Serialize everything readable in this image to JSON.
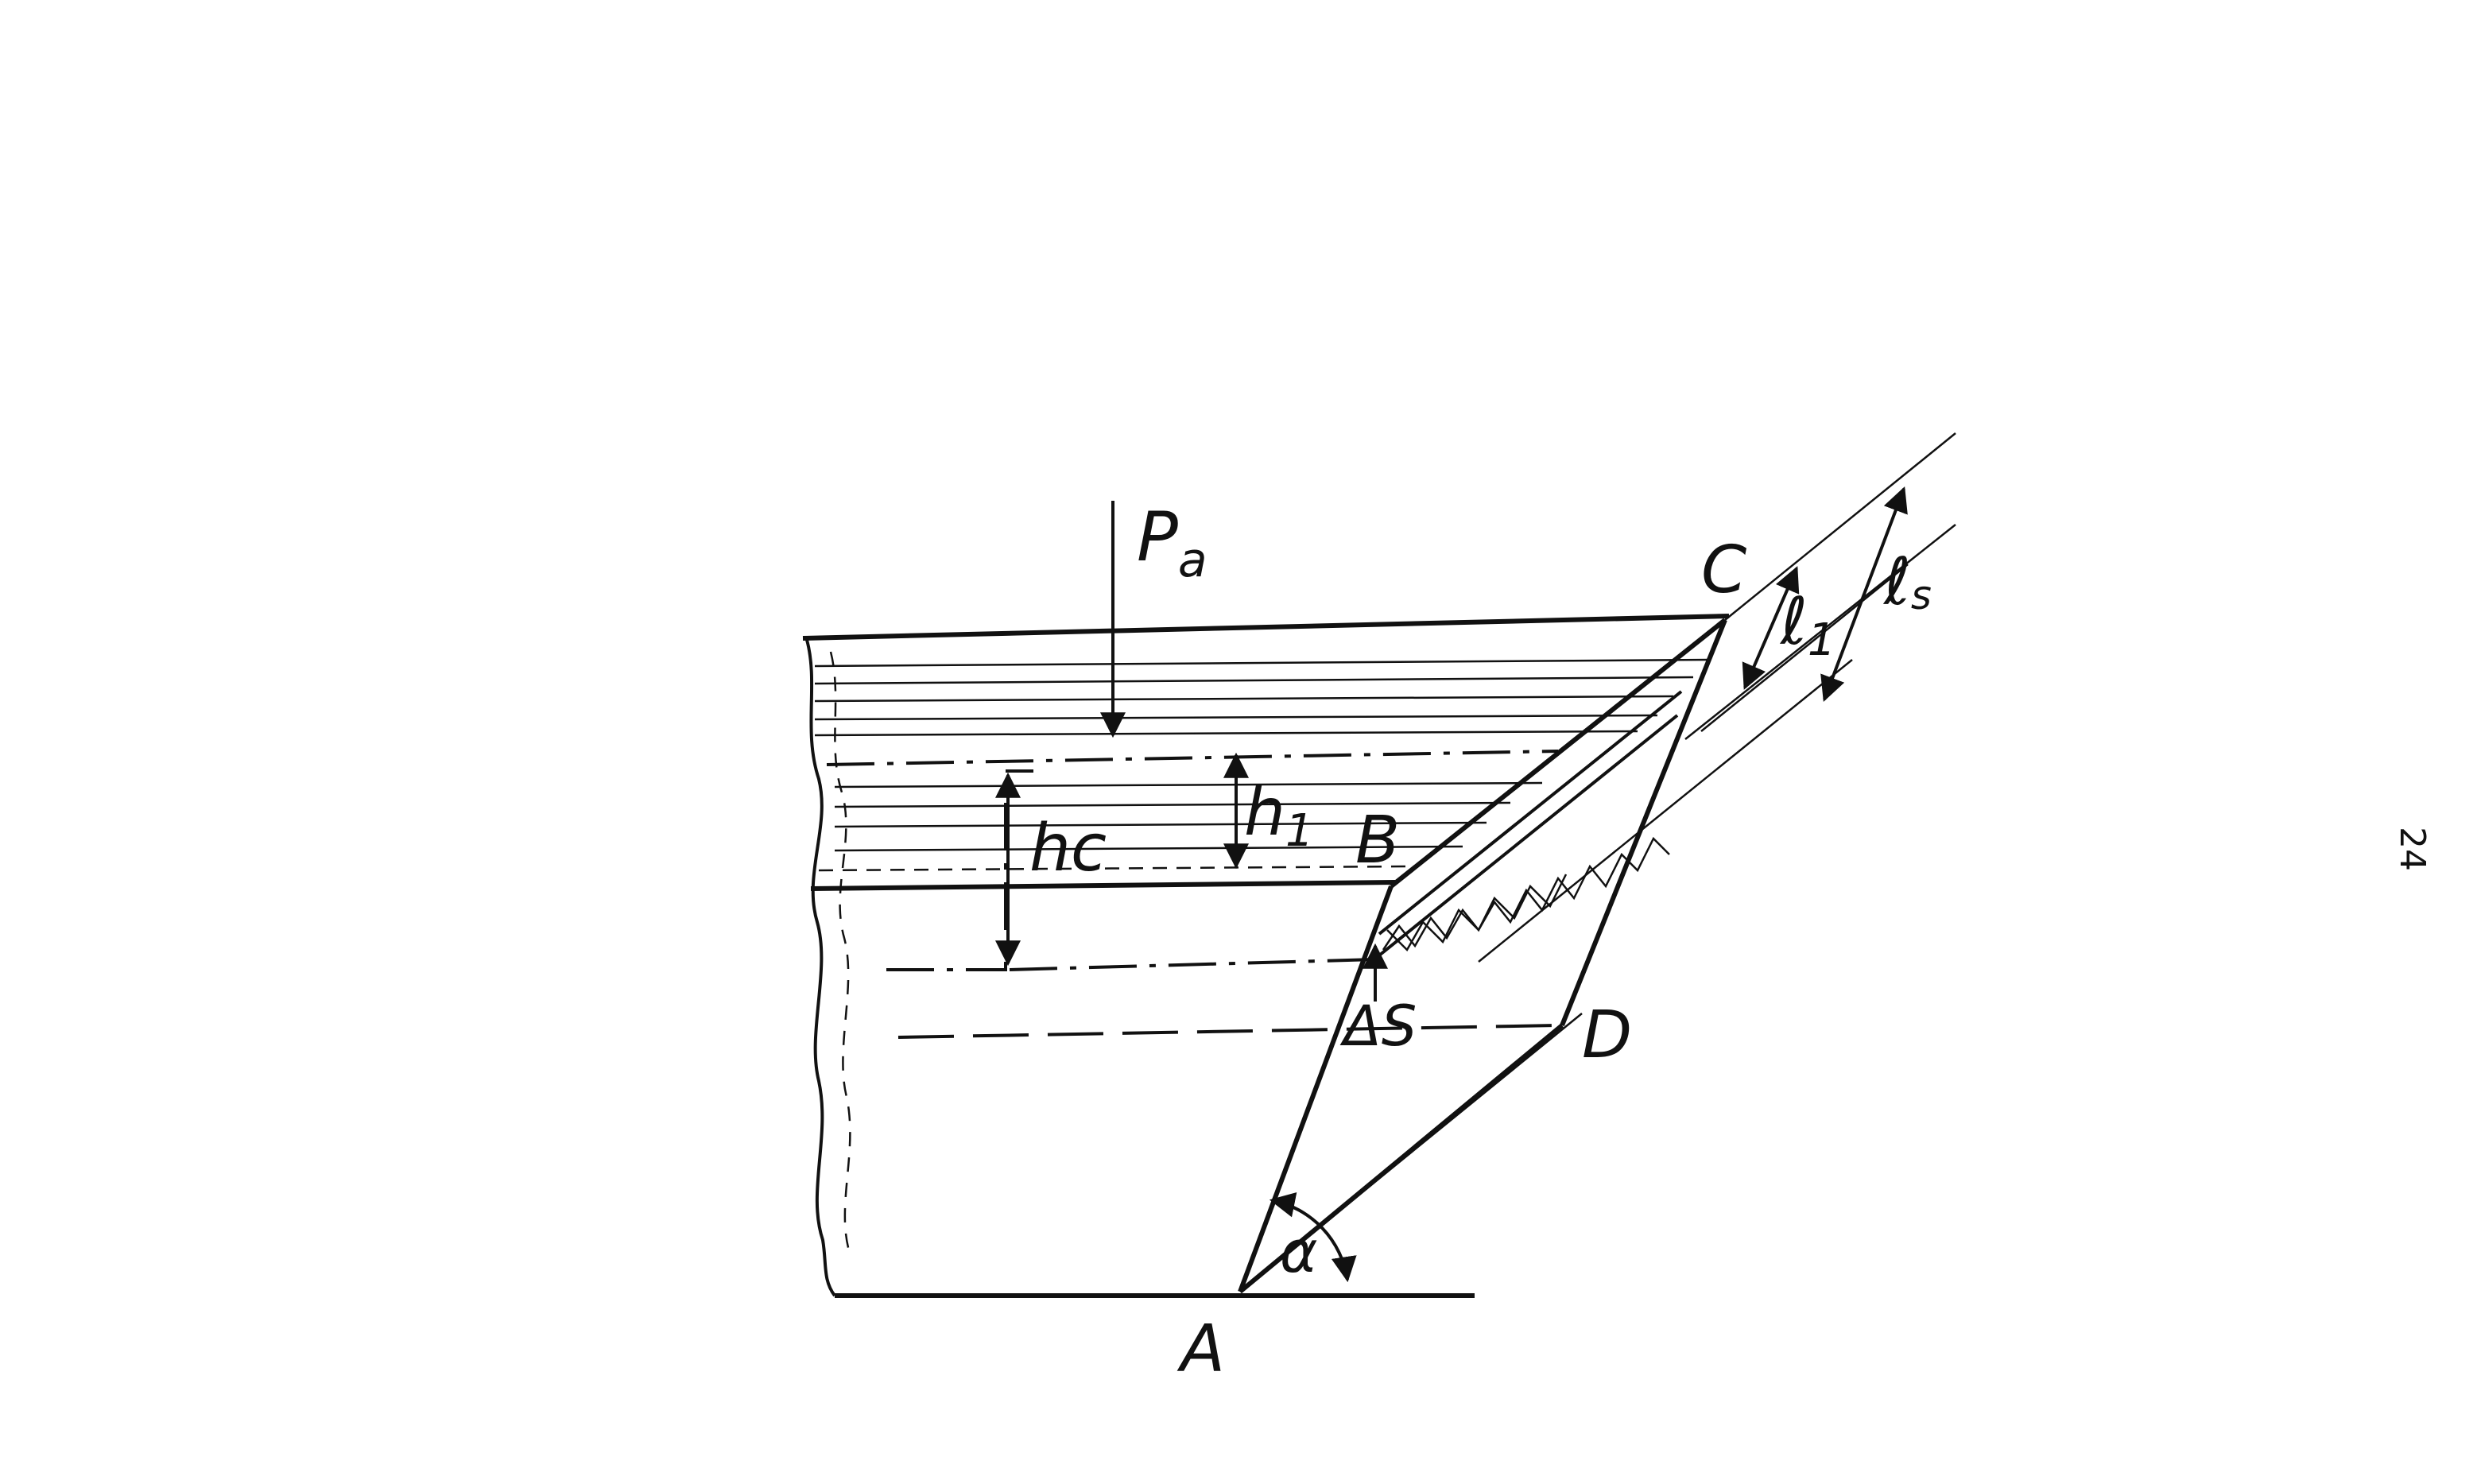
{
  "labels": {
    "pressure": "P",
    "pressure_subscript": "a",
    "point_a": "A",
    "point_b": "B",
    "point_c": "C",
    "point_d": "D",
    "height_c": "hc",
    "height_1": "h",
    "height_1_subscript": "1",
    "length_1": "ℓ",
    "length_1_subscript": "1",
    "length_s": "ℓ",
    "length_s_subscript": "s",
    "delta_s": "ΔS",
    "angle": "α"
  },
  "page_number": "24"
}
